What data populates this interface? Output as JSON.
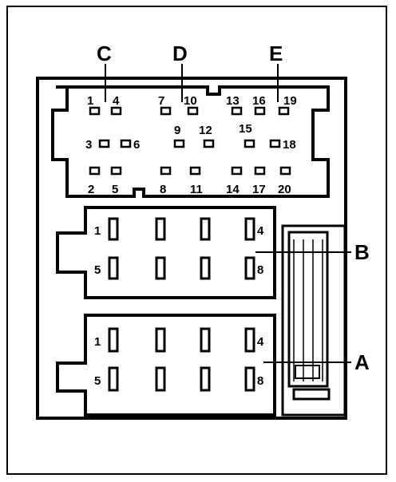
{
  "callouts": {
    "c": "C",
    "d": "D",
    "e": "E",
    "b": "B",
    "a": "A"
  },
  "connector_top": {
    "pins": [
      "1",
      "2",
      "3",
      "4",
      "5",
      "6",
      "7",
      "8",
      "9",
      "10",
      "11",
      "12",
      "13",
      "14",
      "15",
      "16",
      "17",
      "18",
      "19",
      "20"
    ]
  },
  "block_b": {
    "pins": [
      "1",
      "4",
      "5",
      "8"
    ]
  },
  "block_a": {
    "pins": [
      "1",
      "4",
      "5",
      "8"
    ]
  },
  "colors": {
    "line": "#000000",
    "background": "#ffffff"
  }
}
